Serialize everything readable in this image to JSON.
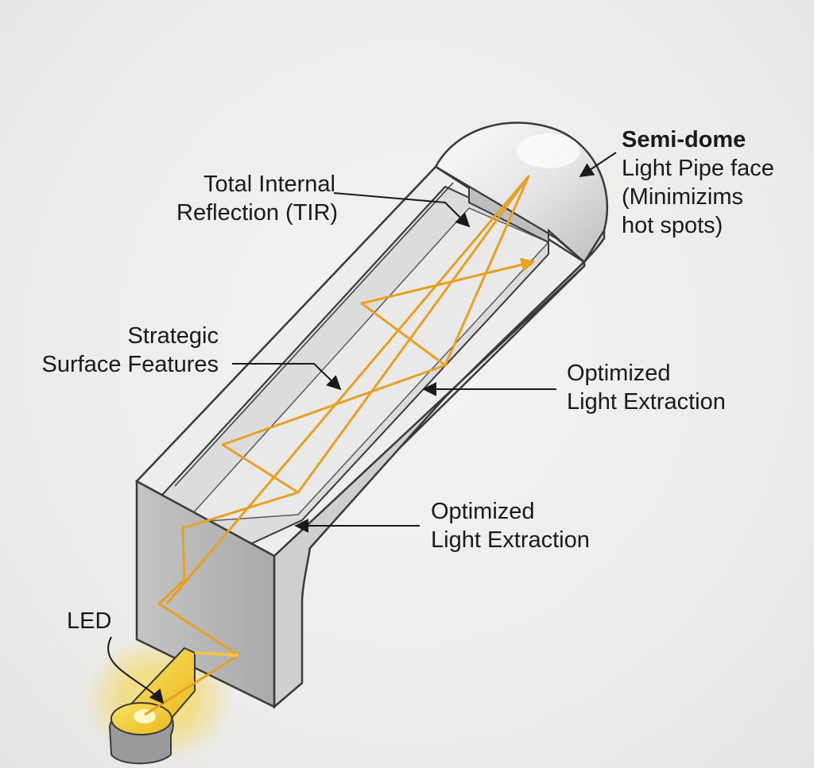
{
  "labels": {
    "tir": {
      "line1": "Total Internal",
      "line2": "Reflection (TIR)"
    },
    "dome": {
      "line1": "Semi-dome",
      "line2": "Light Pipe face",
      "line3": "(Minimizims",
      "line4": "hot spots)"
    },
    "surface": {
      "line1": "Strategic",
      "line2": "Surface Features"
    },
    "extraction_upper": {
      "line1": "Optimized",
      "line2": "Light Extraction"
    },
    "extraction_lower": {
      "line1": "Optimized",
      "line2": "Light Extraction"
    },
    "led": {
      "line1": "LED"
    }
  },
  "colors": {
    "ray": "#e8a020",
    "led": "#f5c518",
    "body_light": "#f2f2f2",
    "body_mid": "#d8d8d8",
    "body_dark": "#b9b9b9",
    "outline": "#3a3a3a"
  }
}
